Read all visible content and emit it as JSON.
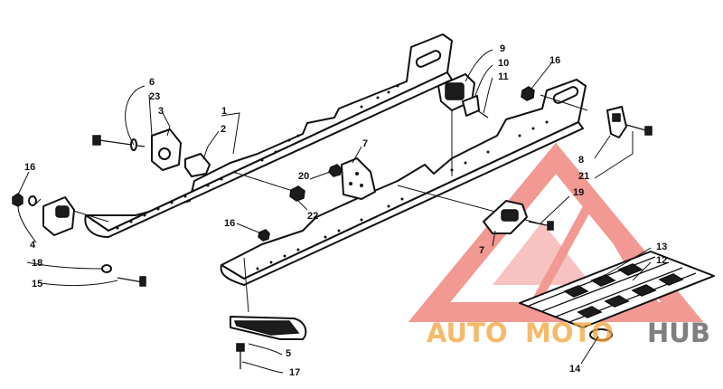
{
  "diagram": {
    "callouts": {
      "c1": "1",
      "c2": "2",
      "c3": "3",
      "c4": "4",
      "c5": "5",
      "c6": "6",
      "c7a": "7",
      "c7b": "7",
      "c8": "8",
      "c9": "9",
      "c10": "10",
      "c11": "11",
      "c12": "12",
      "c13": "13",
      "c14": "14",
      "c15": "15",
      "c16a": "16",
      "c16b": "16",
      "c16c": "16",
      "c17": "17",
      "c18": "18",
      "c19": "19",
      "c20": "20",
      "c21": "21",
      "c22": "22",
      "c23": "23"
    }
  },
  "watermark": {
    "part1": "AUTO",
    "part2": "MOTO",
    "part3": "HUB",
    "colors": {
      "red": "#e8463c",
      "orange": "#f2a43a",
      "gray": "#555555"
    }
  }
}
